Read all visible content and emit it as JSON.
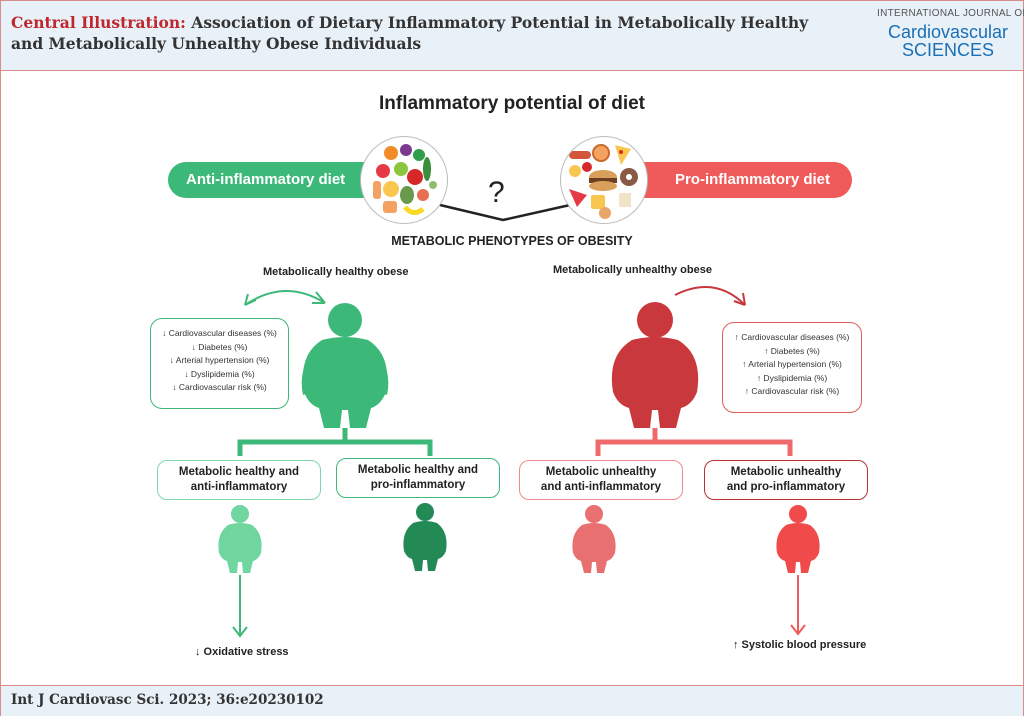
{
  "header": {
    "title_lead": "Central Illustration:",
    "title_rest": " Association of Dietary Inflammatory Potential in Metabolically Healthy and Metabolically Unhealthy Obese Individuals",
    "journal_top": "INTERNATIONAL JOURNAL OF",
    "journal_mid": "Cardiovascular",
    "journal_bot": "SCIENCES"
  },
  "main_title": "Inflammatory potential of diet",
  "diets": {
    "anti": "Anti-inflammatory diet",
    "pro": "Pro-inflammatory diet",
    "question": "?"
  },
  "subheading": "METABOLIC PHENOTYPES OF OBESITY",
  "phenotypes": {
    "healthy_label": "Metabolically healthy obese",
    "unhealthy_label": "Metabolically unhealthy obese",
    "healthy_risks": [
      "↓ Cardiovascular diseases (%)",
      "↓ Diabetes (%)",
      "↓ Arterial hypertension (%)",
      "↓ Dyslipidemia (%)",
      "↓ Cardiovascular risk (%)"
    ],
    "unhealthy_risks": [
      "↑ Cardiovascular diseases (%)",
      "↑ Diabetes (%)",
      "↑ Arterial hypertension (%)",
      "↑ Dyslipidemia (%)",
      "↑ Cardiovascular risk (%)"
    ]
  },
  "subgroups": [
    {
      "line1": "Metabolic healthy and",
      "line2": "anti-inflammatory"
    },
    {
      "line1": "Metabolic healthy and",
      "line2": "pro-inflammatory"
    },
    {
      "line1": "Metabolic unhealthy",
      "line2": "and anti-inflammatory"
    },
    {
      "line1": "Metabolic unhealthy",
      "line2": "and pro-inflammatory"
    }
  ],
  "outcomes": {
    "left": "↓ Oxidative stress",
    "right": "↑ Systolic blood pressure"
  },
  "footer": "Int J Cardiovasc Sci. 2023; 36:e20230102",
  "colors": {
    "green": "#3cb878",
    "light_green": "#7fd6a8",
    "dark_green": "#2a9a5e",
    "red": "#c8383c",
    "light_red": "#ef7c7c",
    "coral": "#ef5a5a"
  },
  "icons": [
    "fruit-vegetable-icon",
    "fast-food-icon",
    "obese-person-icon"
  ]
}
